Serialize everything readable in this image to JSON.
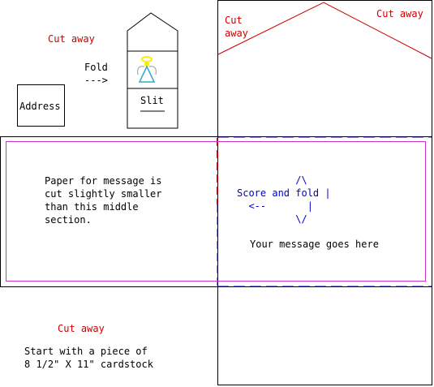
{
  "labels": {
    "cut_away_top_left": "Cut away",
    "fold": "Fold",
    "fold_arrow": "--->",
    "address": "Address",
    "slit": "Slit",
    "cut_away_top_mid": "Cut\naway",
    "cut_away_top_right": "Cut away",
    "paper_message": "Paper for message is\ncut slightly smaller\nthan this middle\nsection.",
    "score_fold": "          /\\\nScore and fold |\n  <--       |\n          \\/",
    "your_message": "Your message goes here",
    "cut_away_bottom": "Cut away",
    "start_with": "Start with a piece of\n8 1/2\" X 11\" cardstock"
  },
  "colors": {
    "outline": "#000000",
    "cut": "#cc0000",
    "fold": "#0000cc",
    "message_paper": "#cc33cc",
    "halo": "#ffee00",
    "angel_robe": "#33aacc",
    "angel_wing": "#999999"
  }
}
